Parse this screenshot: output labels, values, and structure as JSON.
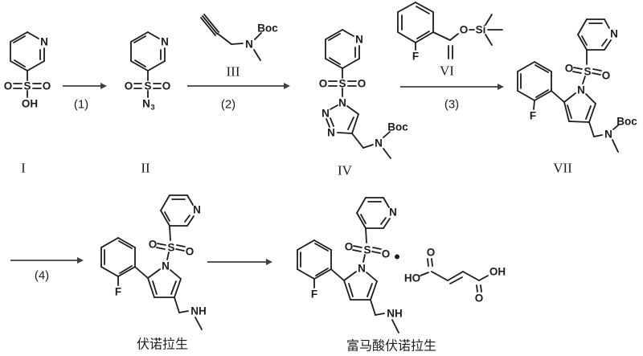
{
  "colors": {
    "bond": "#1c1c1c",
    "arrow": "#3f3f3f",
    "background": "#ffffff"
  },
  "atoms": {
    "N": "N",
    "S": "S",
    "O": "O",
    "OH": "OH",
    "HO": "HO",
    "F": "F",
    "Si": "Si",
    "NH": "NH",
    "Boc": "Boc",
    "azide_subscript": "3",
    "salt_dot": "•"
  },
  "compound_labels": {
    "I": "I",
    "II": "II",
    "III": "III",
    "IV": "IV",
    "VI": "VI",
    "VII": "VII",
    "vonoprazan": "伏诺拉生",
    "vonoprazan_fumarate": "富马酸伏诺拉生"
  },
  "steps": [
    "(1)",
    "(2)",
    "(3)",
    "(4)"
  ]
}
